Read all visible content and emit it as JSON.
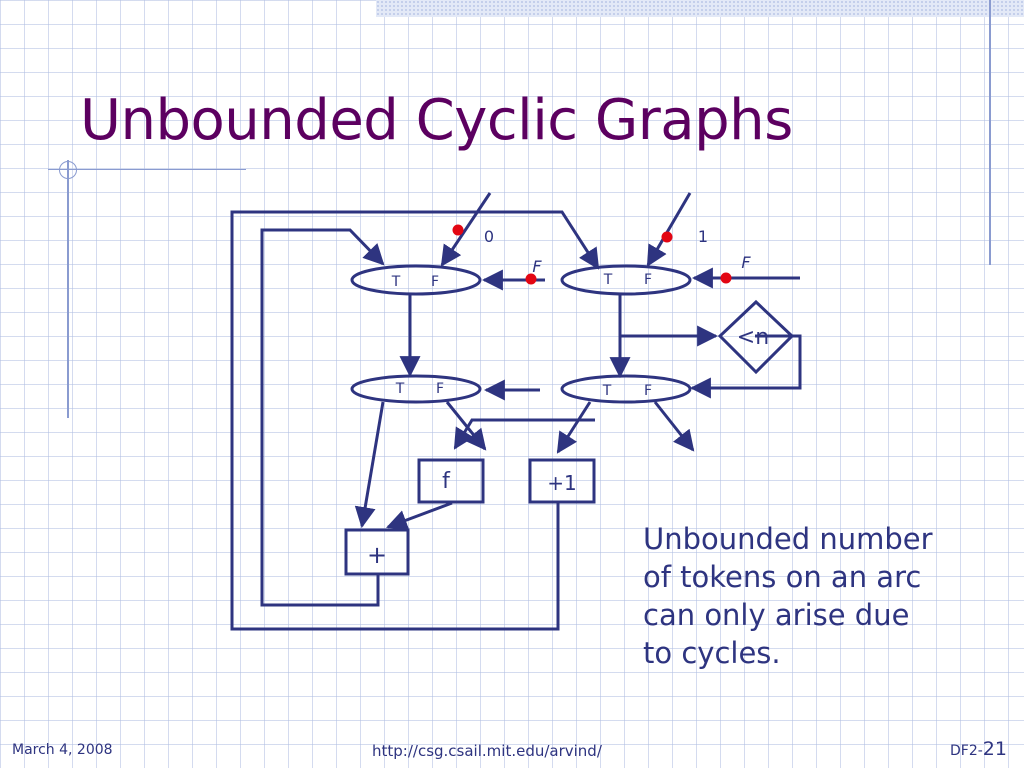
{
  "slide": {
    "title": "Unbounded Cyclic Graphs",
    "caption_lines": [
      "Unbounded number",
      "of tokens on an arc",
      "can only arise due",
      "to cycles."
    ],
    "footer": {
      "date": "March 4, 2008",
      "url": "http://csg.csail.mit.edu/arvind/",
      "page_prefix": "DF2-",
      "page_number": "21"
    }
  },
  "diagram": {
    "nodes": {
      "switch_top_left": {
        "t": "T",
        "f": "F"
      },
      "switch_top_right": {
        "t": "T",
        "f": "F"
      },
      "switch_mid_left": {
        "t": "T",
        "f": "F"
      },
      "switch_mid_right": {
        "t": "T",
        "f": "F"
      },
      "f_box": "f",
      "inc_box": "+1",
      "less_than_n": "<n",
      "plus_box": "+"
    },
    "token_labels": {
      "initial_left": "0",
      "initial_right": "1",
      "false_left": "F",
      "false_right": "F"
    },
    "colors": {
      "stroke": "#2e3480",
      "token": "#e30613",
      "title": "#5c0060"
    }
  }
}
